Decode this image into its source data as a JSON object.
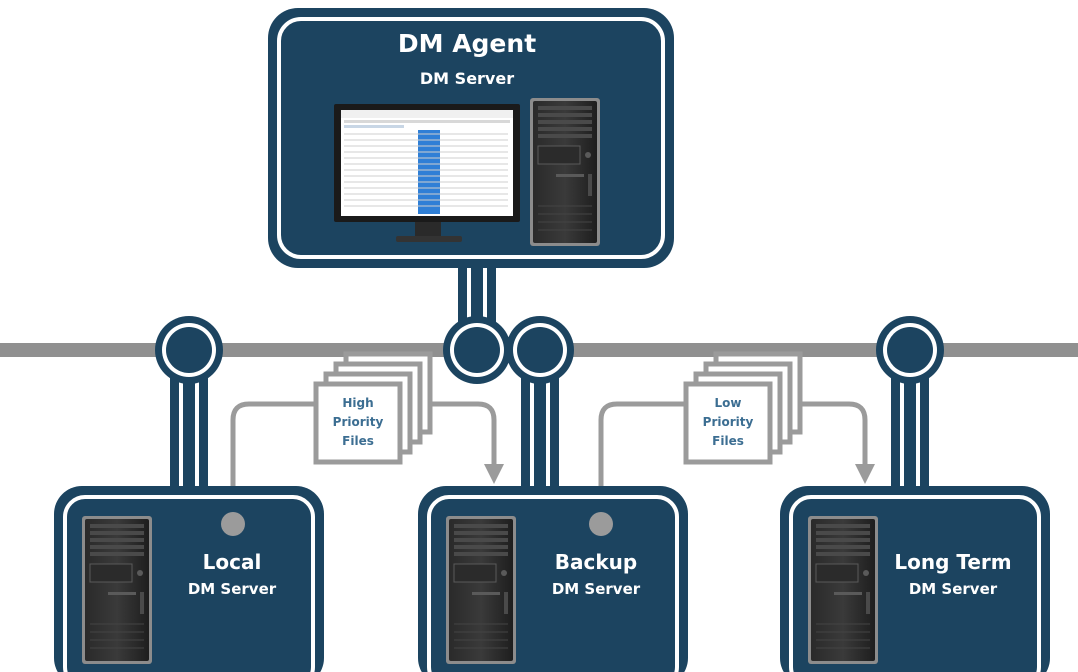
{
  "agent": {
    "title": "DM Agent",
    "subtitle": "DM Server"
  },
  "servers": [
    {
      "name": "Local",
      "subtitle": "DM Server"
    },
    {
      "name": "Backup",
      "subtitle": "DM Server"
    },
    {
      "name": "Long Term",
      "subtitle": "DM Server"
    }
  ],
  "transfers": [
    {
      "label_lines": [
        "High",
        "Priority",
        "Files"
      ]
    },
    {
      "label_lines": [
        "Low",
        "Priority",
        "Files"
      ]
    }
  ],
  "colors": {
    "node_fill": "#1c4460",
    "node_border_dark": "#1c4460",
    "bus": "#909090",
    "connector": "#1c4460",
    "flow_line": "#9b9b9b",
    "doc_text": "#3c6e92",
    "screen_highlight": "#2f7fd6"
  },
  "icons": [
    "monitor-icon",
    "server-tower-icon",
    "document-stack-icon",
    "arrow-down-icon",
    "connector-node-icon"
  ]
}
